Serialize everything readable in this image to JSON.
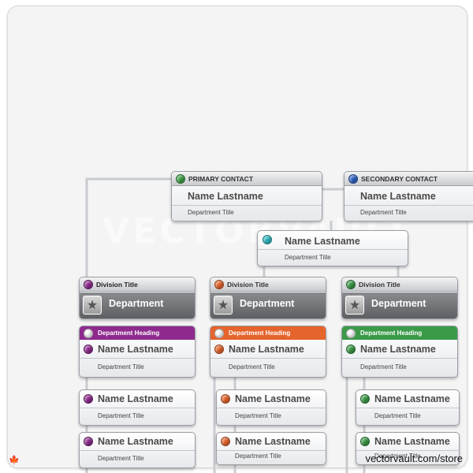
{
  "primary_contact": {
    "header": "PRIMARY CONTACT",
    "name": "Name Lastname",
    "title": "Department Title",
    "dot_color": "#3fa047"
  },
  "secondary_contact": {
    "header": "SECONDARY CONTACT",
    "name": "Name Lastname",
    "title": "Department Title",
    "dot_color": "#2f62c4"
  },
  "assistant": {
    "name": "Name Lastname",
    "title": "Department Title",
    "dot_color": "#2fb8c0"
  },
  "divisions": [
    {
      "division_title": "Division Title",
      "department": "Department",
      "heading": "Department Heading",
      "color": "#8e2a8e",
      "head": {
        "name": "Name Lastname",
        "title": "Department Title"
      },
      "staff": [
        {
          "name": "Name Lastname",
          "title": "Department Title"
        },
        {
          "name": "Name Lastname",
          "title": "Department Title"
        }
      ]
    },
    {
      "division_title": "Division Title",
      "department": "Department",
      "heading": "Department Heading",
      "color": "#e5642c",
      "head": {
        "name": "Name Lastname",
        "title": "Department Title"
      },
      "staff": [
        {
          "name": "Name Lastname",
          "title": "Department Title"
        },
        {
          "name": "Name Lastname",
          "title": "Department Title"
        }
      ]
    },
    {
      "division_title": "Division Title",
      "department": "Department",
      "heading": "Department Heading",
      "color": "#3a9a48",
      "head": {
        "name": "Name Lastname",
        "title": "Department Title"
      },
      "staff": [
        {
          "name": "Name Lastname",
          "title": "Department Title"
        },
        {
          "name": "Name Lastname",
          "title": "Department Title"
        }
      ]
    }
  ],
  "watermark": "VECTORVAULT",
  "store_url": "vectorvault.com/store",
  "connector_color": "#c9cbcf"
}
